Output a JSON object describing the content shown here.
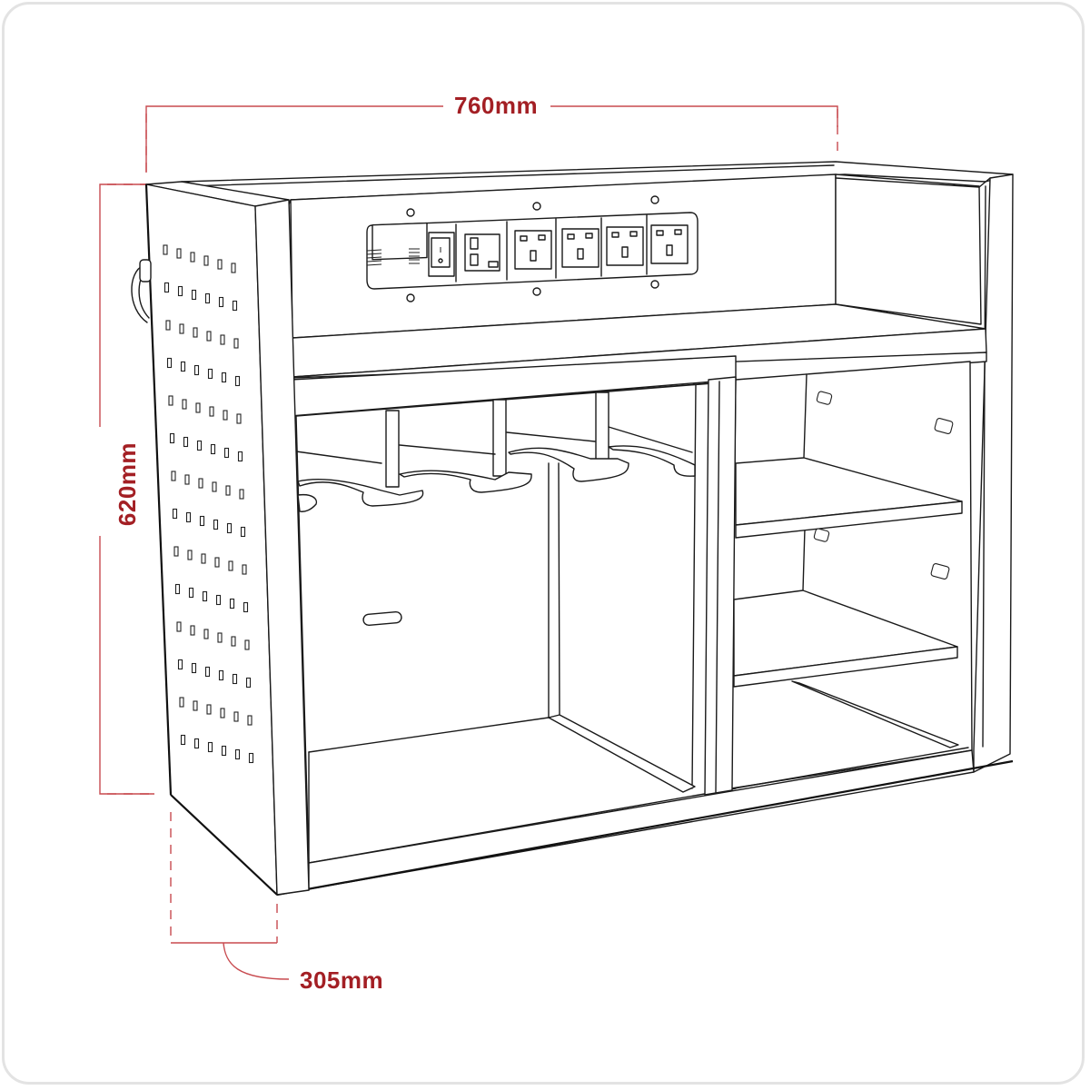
{
  "drawing": {
    "subject": "Workstation cabinet with pegboard side panel and integrated power strip",
    "accent_color": "#a31f24",
    "line_color": "#1a1a1a",
    "frame_color": "#e3e3e3"
  },
  "dimensions": {
    "width": {
      "label": "760mm",
      "value": 760,
      "unit": "mm"
    },
    "height": {
      "label": "620mm",
      "value": 620,
      "unit": "mm"
    },
    "depth": {
      "label": "305mm",
      "value": 305,
      "unit": "mm"
    }
  },
  "power_strip": {
    "modules": [
      {
        "type": "cable-inlet"
      },
      {
        "type": "rocker-switch"
      },
      {
        "type": "usb-charger",
        "ports": 2
      },
      {
        "type": "uk-socket"
      },
      {
        "type": "uk-socket"
      },
      {
        "type": "uk-socket"
      },
      {
        "type": "uk-socket"
      }
    ],
    "mounting_screws": 6
  },
  "compartments": {
    "left_bay": {
      "dividers": 1,
      "cable_hooks": 4,
      "cable_slot": 1
    },
    "right_bay": {
      "shelves": 2,
      "shelf_clip_slots": 4
    }
  },
  "side_panel": {
    "type": "pegboard",
    "hole_columns": 6,
    "hole_rows": 14,
    "handle": true
  }
}
